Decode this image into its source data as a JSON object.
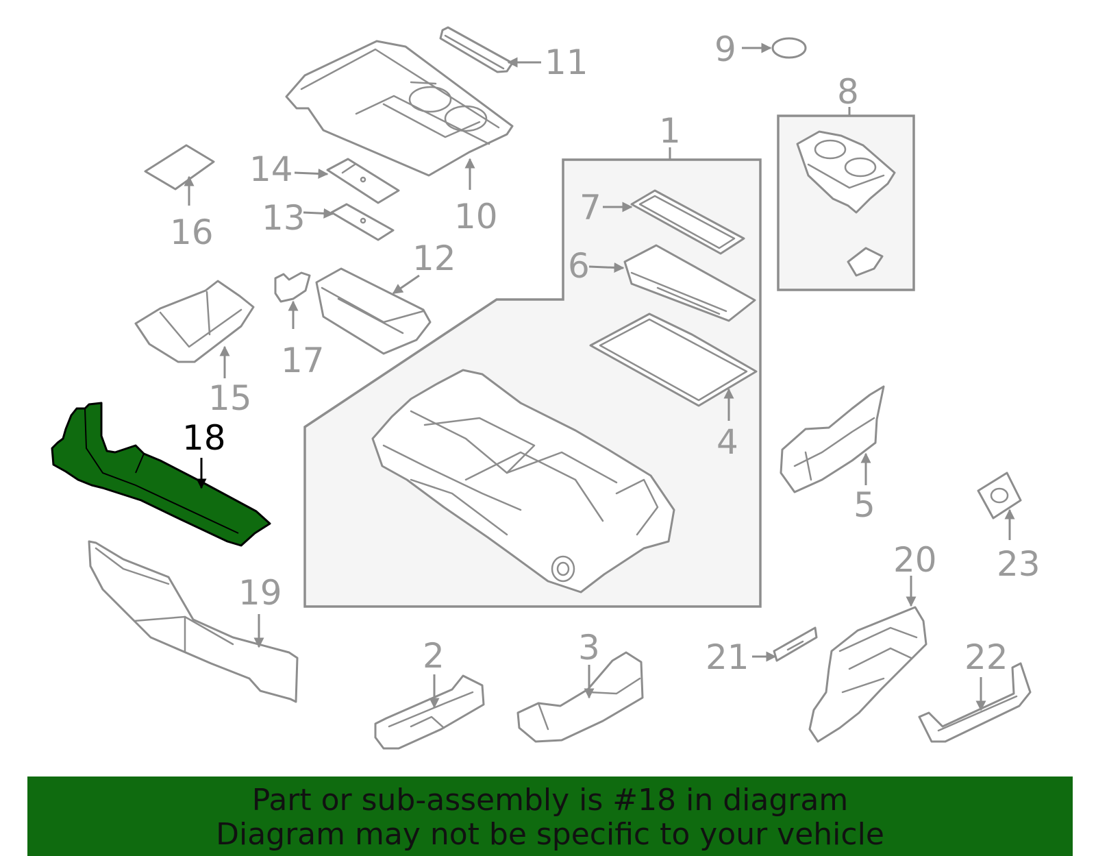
{
  "colors": {
    "highlight": "#0f6b0f",
    "banner": "#0f6b0f",
    "line": "#8d8d8d",
    "box_fill": "#f5f5f5"
  },
  "callouts": {
    "c1": "1",
    "c2": "2",
    "c3": "3",
    "c4": "4",
    "c5": "5",
    "c6": "6",
    "c7": "7",
    "c8": "8",
    "c9": "9",
    "c10": "10",
    "c11": "11",
    "c12": "12",
    "c13": "13",
    "c14": "14",
    "c15": "15",
    "c16": "16",
    "c17": "17",
    "c18": "18",
    "c19": "19",
    "c20": "20",
    "c21": "21",
    "c22": "22",
    "c23": "23"
  },
  "highlighted_part": "18",
  "banner": {
    "line1": "Part or sub-assembly is #18 in diagram",
    "line2": "Diagram may not be specific to your vehicle"
  }
}
